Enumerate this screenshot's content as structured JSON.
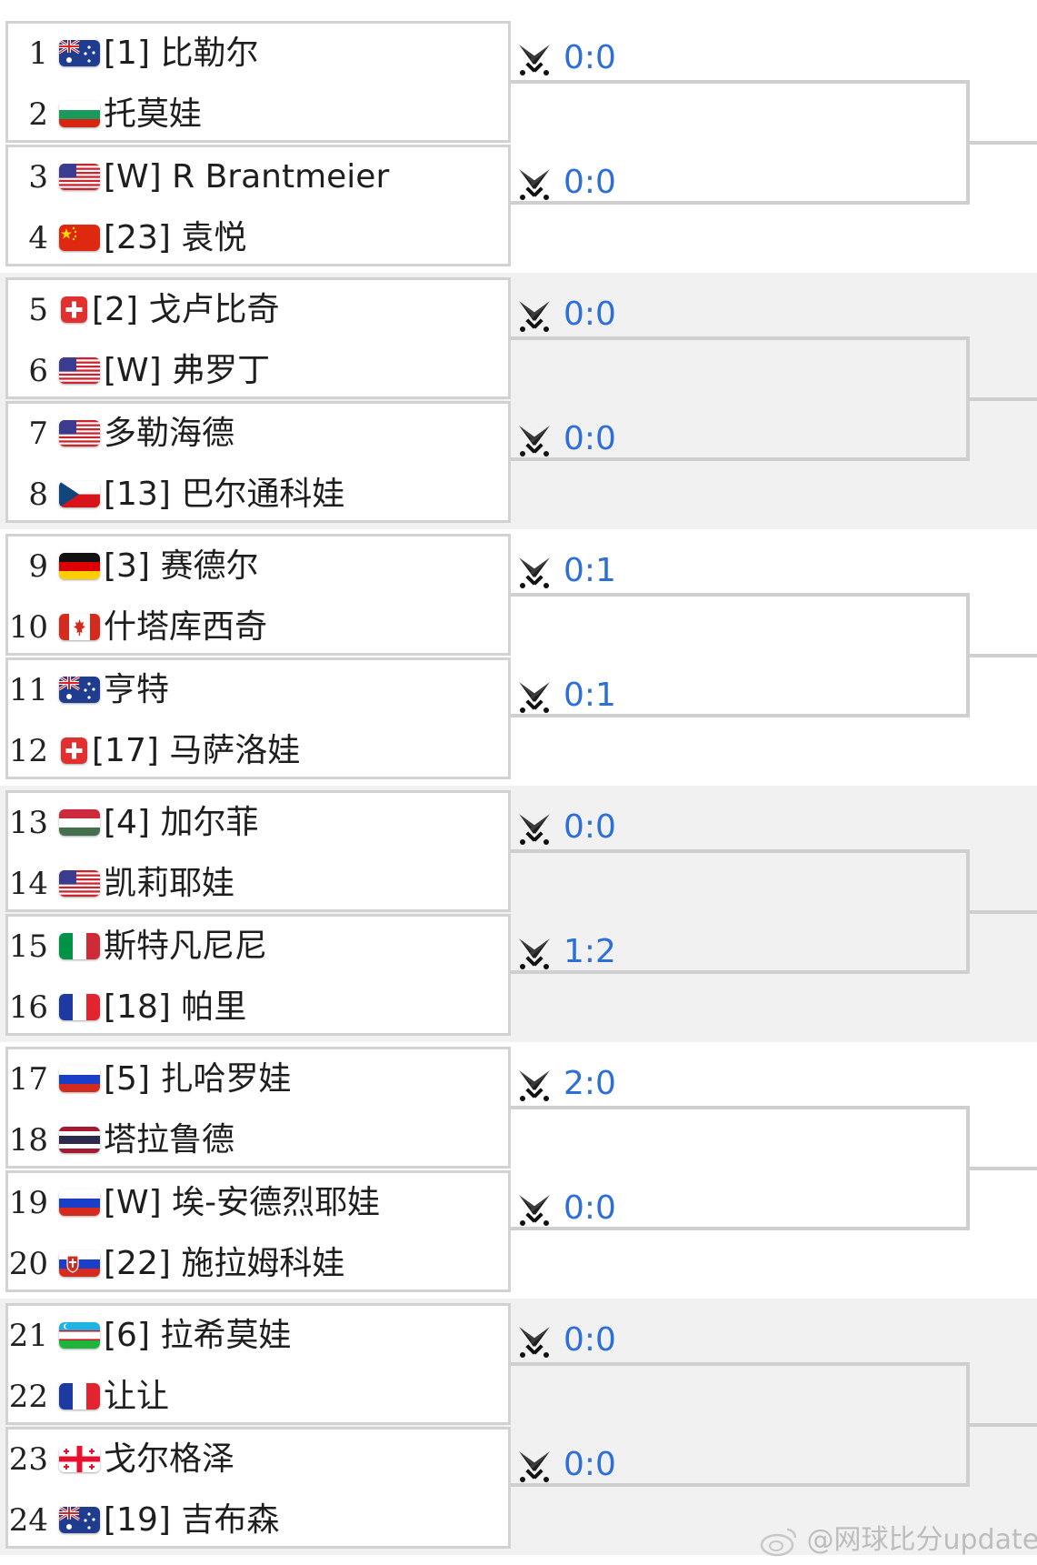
{
  "score_color": "#2d6fd6",
  "watermark": "@网球比分update",
  "sections": [
    {
      "players": [
        {
          "num": "1",
          "flag": "au",
          "name": "[1] 比勒尔"
        },
        {
          "num": "2",
          "flag": "bg",
          "name": "托莫娃"
        },
        {
          "num": "3",
          "flag": "us",
          "name": "[W] R Brantmeier"
        },
        {
          "num": "4",
          "flag": "cn",
          "name": "[23] 袁悦"
        }
      ],
      "scores": [
        "0:0",
        "0:0"
      ]
    },
    {
      "players": [
        {
          "num": "5",
          "flag": "ch",
          "name": "[2] 戈卢比奇"
        },
        {
          "num": "6",
          "flag": "us",
          "name": "[W] 弗罗丁"
        },
        {
          "num": "7",
          "flag": "us",
          "name": "多勒海德"
        },
        {
          "num": "8",
          "flag": "cz",
          "name": "[13] 巴尔通科娃"
        }
      ],
      "scores": [
        "0:0",
        "0:0"
      ]
    },
    {
      "players": [
        {
          "num": "9",
          "flag": "de",
          "name": "[3] 赛德尔"
        },
        {
          "num": "10",
          "flag": "ca",
          "name": "什塔库西奇"
        },
        {
          "num": "11",
          "flag": "au",
          "name": "亨特"
        },
        {
          "num": "12",
          "flag": "ch",
          "name": "[17] 马萨洛娃"
        }
      ],
      "scores": [
        "0:1",
        "0:1"
      ]
    },
    {
      "players": [
        {
          "num": "13",
          "flag": "hu",
          "name": "[4] 加尔菲"
        },
        {
          "num": "14",
          "flag": "us",
          "name": "凯莉耶娃"
        },
        {
          "num": "15",
          "flag": "it",
          "name": "斯特凡尼尼"
        },
        {
          "num": "16",
          "flag": "fr",
          "name": "[18] 帕里"
        }
      ],
      "scores": [
        "0:0",
        "1:2"
      ]
    },
    {
      "players": [
        {
          "num": "17",
          "flag": "ru",
          "name": "[5] 扎哈罗娃"
        },
        {
          "num": "18",
          "flag": "th",
          "name": "塔拉鲁德"
        },
        {
          "num": "19",
          "flag": "ru",
          "name": "[W] 埃-安德烈耶娃"
        },
        {
          "num": "20",
          "flag": "sk",
          "name": "[22] 施拉姆科娃"
        }
      ],
      "scores": [
        "2:0",
        "0:0"
      ]
    },
    {
      "players": [
        {
          "num": "21",
          "flag": "uz",
          "name": "[6] 拉希莫娃"
        },
        {
          "num": "22",
          "flag": "fr",
          "name": "让让"
        },
        {
          "num": "23",
          "flag": "ge",
          "name": "戈尔格泽"
        },
        {
          "num": "24",
          "flag": "au",
          "name": "[19] 吉布森"
        }
      ],
      "scores": [
        "0:0",
        "0:0"
      ]
    }
  ]
}
